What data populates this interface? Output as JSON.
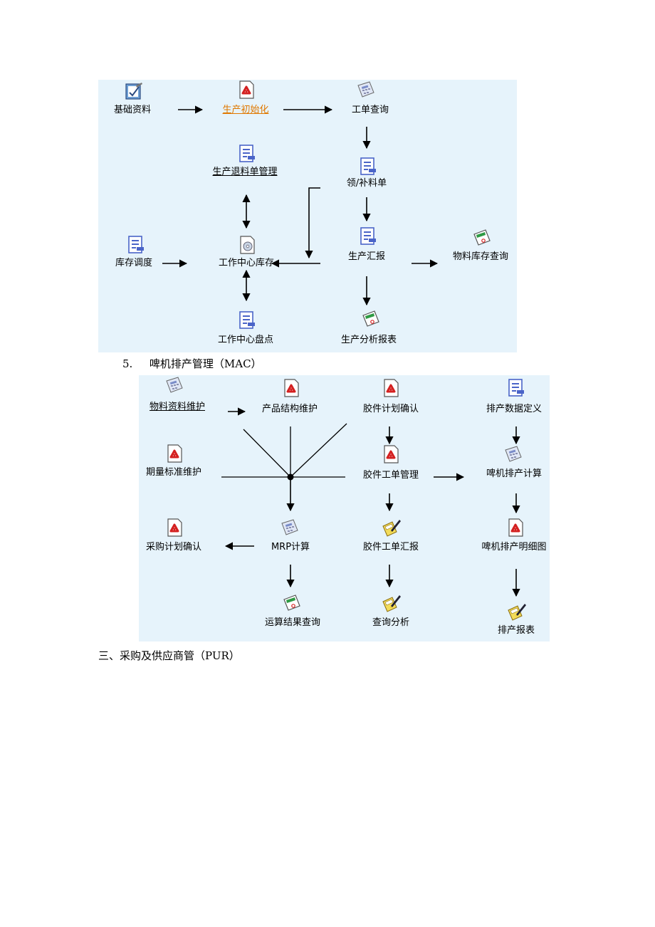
{
  "colors": {
    "panel_bg": "#e6f3fb",
    "link_orange": "#e07800",
    "icon_red": "#d42020",
    "icon_blue": "#4a64c8",
    "icon_yellow": "#e8c830"
  },
  "flow1": {
    "nodes": {
      "base_data": "基础资料",
      "prod_init": "生产初始化",
      "wo_query": "工单查询",
      "return_mgmt": "生产退料单管理",
      "pick_supp": "领/补料单",
      "inv_adjust": "库存调度",
      "wc_inventory": "工作中心库存",
      "prod_report": "生产汇报",
      "material_inv_query": "物料库存查询",
      "wc_count": "工作中心盘点",
      "prod_analysis": "生产分析报表"
    }
  },
  "section5": {
    "number": "5.",
    "title": "啤机排产管理（MAC）"
  },
  "flow2": {
    "nodes": {
      "material_maint": "物料资料维护",
      "bom_maint": "产品结构维护",
      "plan_confirm": "胶件计划确认",
      "sched_data_def": "排产数据定义",
      "period_std_maint": "期量标准维护",
      "wo_mgmt": "胶件工单管理",
      "machine_sched_calc": "啤机排产计算",
      "purchase_confirm": "采购计划确认",
      "mrp_calc": "MRP计算",
      "wo_report": "胶件工单汇报",
      "machine_sched_detail": "啤机排产明细图",
      "result_query": "运算结果查询",
      "query_analysis": "查询分析",
      "sched_report": "排产报表"
    }
  },
  "section3": {
    "title": "三、采购及供应商管（PUR）"
  }
}
